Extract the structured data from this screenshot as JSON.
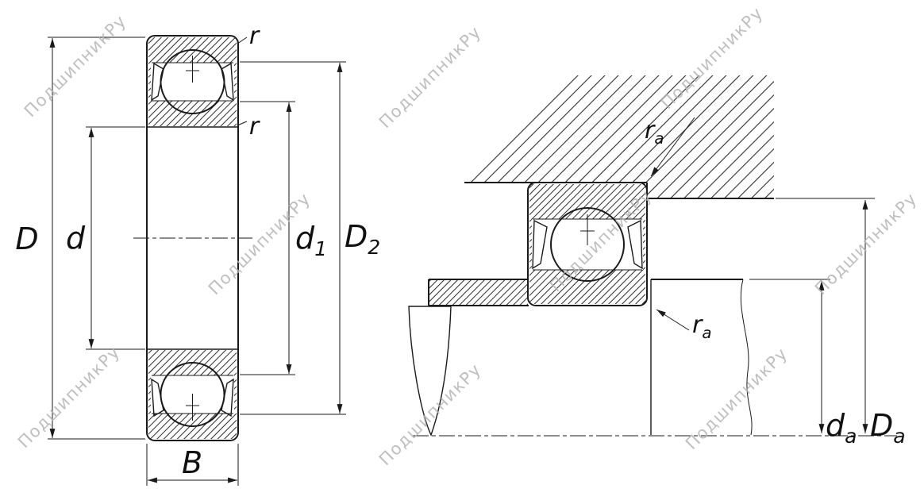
{
  "colors": {
    "line": "#1a1a1a"
  },
  "watermark": {
    "text": "ПодшипникРу",
    "color": "#b5b5b5"
  },
  "left_view": {
    "dim_D": "D",
    "dim_d": "d",
    "dim_d1": {
      "main": "d",
      "sub": "1"
    },
    "dim_D2": {
      "main": "D",
      "sub": "2"
    },
    "dim_B": "B",
    "radius_top": "r",
    "radius_bottom": "r"
  },
  "right_view": {
    "fillet_top": {
      "main": "r",
      "sub": "a"
    },
    "fillet_bottom": {
      "main": "r",
      "sub": "a"
    },
    "dim_da": {
      "main": "d",
      "sub": "a"
    },
    "dim_Da": {
      "main": "D",
      "sub": "a"
    }
  }
}
